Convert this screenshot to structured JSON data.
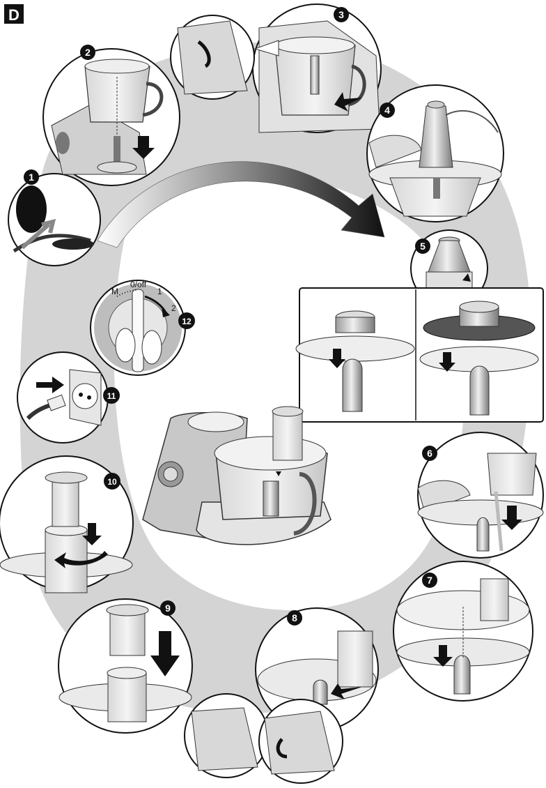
{
  "section_letter": "D",
  "steps": [
    "1",
    "2",
    "3",
    "4",
    "5",
    "6",
    "7",
    "8",
    "9",
    "10",
    "11",
    "12"
  ],
  "dial": {
    "m": "M",
    "off": "0/off",
    "one": "1",
    "two": "2"
  }
}
